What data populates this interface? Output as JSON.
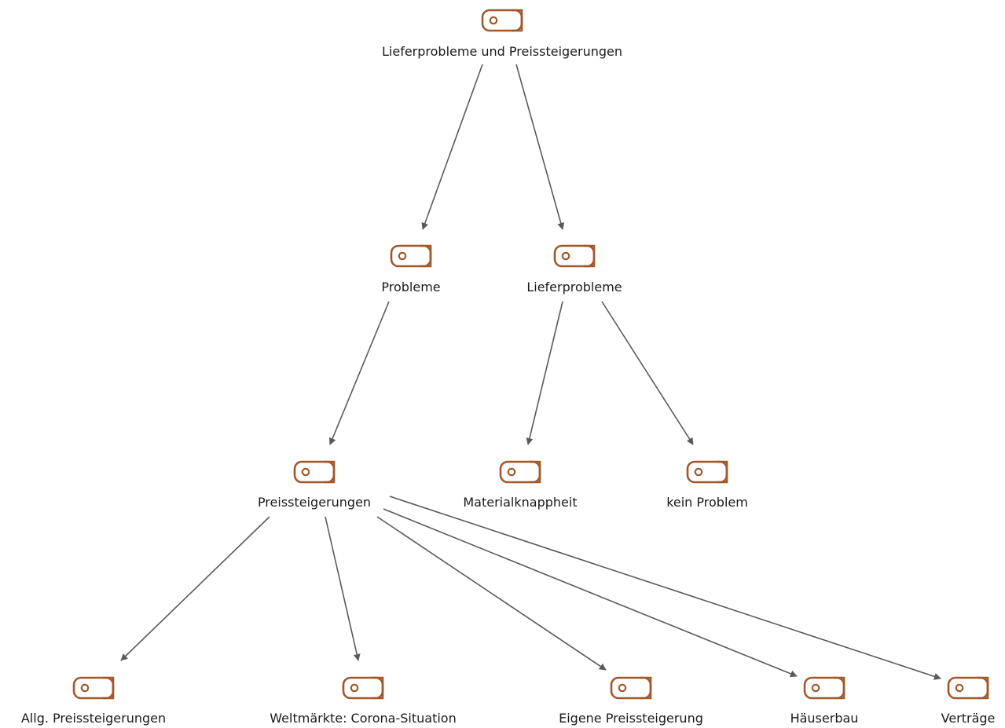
{
  "diagram": {
    "colors": {
      "icon": "#a0582a",
      "edge": "#5a5a5a",
      "text": "#1a1a1a"
    },
    "icon_name": "code-tag-icon",
    "nodes": [
      {
        "id": "root",
        "label": "Lieferprobleme und Preissteigerungen"
      },
      {
        "id": "probleme",
        "label": "Probleme"
      },
      {
        "id": "lieferprobleme",
        "label": "Lieferprobleme"
      },
      {
        "id": "preissteigerungen",
        "label": "Preissteigerungen"
      },
      {
        "id": "materialknappheit",
        "label": "Materialknappheit"
      },
      {
        "id": "kein-problem",
        "label": "kein Problem"
      },
      {
        "id": "allg-preissteigerungen",
        "label": "Allg. Preissteigerungen"
      },
      {
        "id": "weltmaerkte",
        "label": "Weltmärkte: Corona-Situation"
      },
      {
        "id": "eigene-preissteigerung",
        "label": "Eigene Preissteigerung"
      },
      {
        "id": "haeuserbau",
        "label": "Häuserbau"
      },
      {
        "id": "vertraege",
        "label": "Verträge"
      }
    ],
    "edges": [
      {
        "from": "root",
        "to": "probleme"
      },
      {
        "from": "root",
        "to": "lieferprobleme"
      },
      {
        "from": "probleme",
        "to": "preissteigerungen"
      },
      {
        "from": "lieferprobleme",
        "to": "materialknappheit"
      },
      {
        "from": "lieferprobleme",
        "to": "kein-problem"
      },
      {
        "from": "preissteigerungen",
        "to": "allg-preissteigerungen"
      },
      {
        "from": "preissteigerungen",
        "to": "weltmaerkte"
      },
      {
        "from": "preissteigerungen",
        "to": "eigene-preissteigerung"
      },
      {
        "from": "preissteigerungen",
        "to": "haeuserbau"
      },
      {
        "from": "preissteigerungen",
        "to": "vertraege"
      }
    ]
  }
}
